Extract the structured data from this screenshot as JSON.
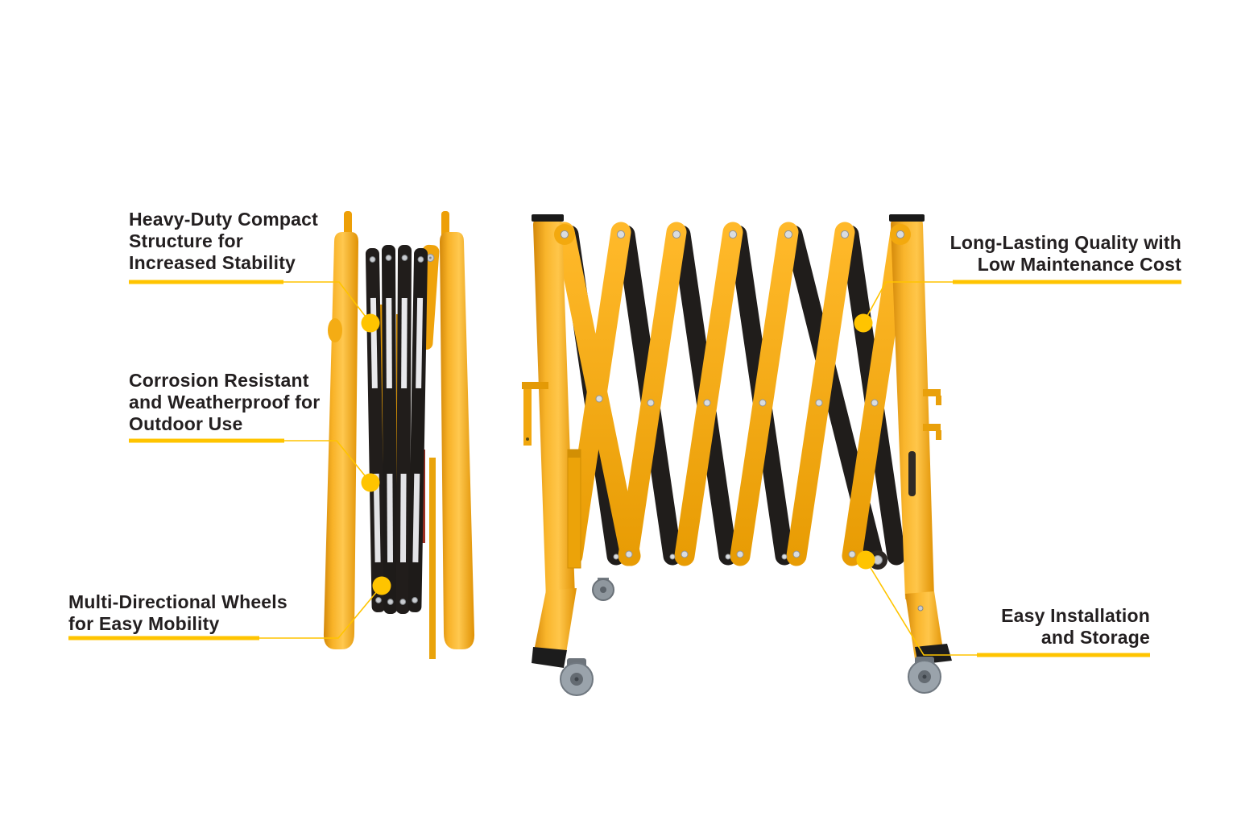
{
  "callouts": [
    {
      "id": "heavy-duty",
      "lines": [
        "Heavy-Duty Compact",
        "Structure for",
        "Increased Stability"
      ]
    },
    {
      "id": "corrosion",
      "lines": [
        "Corrosion Resistant",
        "and Weatherproof for",
        "Outdoor Use"
      ]
    },
    {
      "id": "wheels",
      "lines": [
        "Multi-Directional Wheels",
        "for Easy Mobility"
      ]
    },
    {
      "id": "quality",
      "lines": [
        "Long-Lasting Quality with",
        "Low Maintenance Cost"
      ]
    },
    {
      "id": "install",
      "lines": [
        "Easy Installation",
        "and Storage"
      ]
    }
  ],
  "illustrations": {
    "folded": "collapsed-barrier-end-view",
    "expanded": "expanded-scissor-barrier-front-view"
  },
  "colors": {
    "accent_yellow": "#FFC400",
    "barrier_yellow": "#F2A70B",
    "barrier_yellow_light": "#FFC34A",
    "barrier_yellow_dark": "#DE9204",
    "slat_black": "#201D1B",
    "reflective_strip": "#E9E9EC",
    "red_accent": "#9E2F23",
    "wheel_gray": "#9AA3AB",
    "text": "#231F20",
    "background": "#FFFFFF"
  }
}
